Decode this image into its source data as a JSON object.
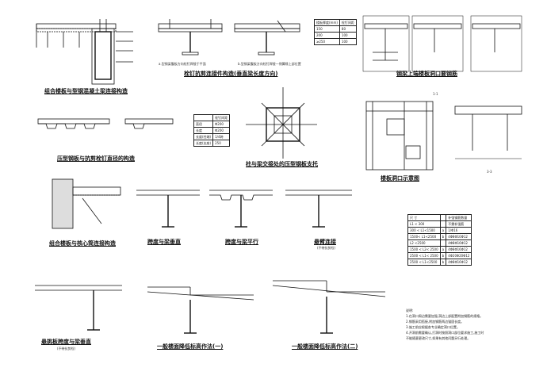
{
  "captions": {
    "c1": "组合楼板与型钢混凝土梁连接构造",
    "c2": "栓钉抗剪连接件构造(垂直梁长度方向)",
    "c3": "钢梁上端楼板洞口要钢筋",
    "c4": "压型钢板与抗剪栓钉直径的构造",
    "c5": "柱与梁交接处的压型钢板支托",
    "c6": "楼板洞口示意图",
    "c7": "组合楼板与核心筒连接构造",
    "c8": "跨度与梁垂直",
    "c9": "跨度与梁平行",
    "c10": "悬臂连接",
    "c11": "悬挑板跨度与梁垂直",
    "c12": "一般楼面降低标高作法(一)",
    "c13": "一般楼面降低标高作法(二)"
  },
  "subs": {
    "s1": "a.型钢梁腹板方向栓钉焊接于平面",
    "s2": "b.型钢梁腹板方向栓钉焊接一侧翼缘上部位置",
    "s3": "(不带抗剪栓)",
    "s4": "(不带抗剪栓)",
    "s5": "1-1",
    "s6": "3-3"
  },
  "stud_table": {
    "header": [
      "楼板厚度(mm)",
      "栓钉间距"
    ],
    "rows": [
      [
        "150",
        "80"
      ],
      [
        "200",
        "100"
      ],
      [
        "≥250",
        "100"
      ]
    ]
  },
  "stud_spec_table": {
    "header": [
      "",
      "栓钉间距"
    ],
    "rows": [
      [
        "直径",
        "Φ200"
      ],
      [
        "长度",
        "Φ200"
      ],
      [
        "长度(柱端)",
        "1/4跨"
      ],
      [
        "长度(支座)",
        "250"
      ]
    ]
  },
  "reinf_table": {
    "header": [
      "尺 寸",
      "",
      "补强钢筋数量"
    ],
    "rows": [
      [
        "L1 < 300",
        "",
        "不需补强筋"
      ],
      [
        "300 < L1<1500",
        "a",
        "1/Φ16"
      ],
      [
        "1500< L1<2500",
        "b",
        "4Φ8Φ10Φ12"
      ],
      [
        "L2 <2500",
        "",
        "4Φ8Φ16Φ12"
      ],
      [
        "1500 < L2< 2500",
        "a",
        "4Φ8Φ16Φ12"
      ],
      [
        "2500 < L1< 2500",
        "b",
        "4Φ20Φ20Φ12"
      ],
      [
        "2500 < L1<2500",
        "b",
        "4Φ8Φ16Φ12"
      ]
    ]
  },
  "notes": {
    "title": "说明:",
    "lines": [
      "1.在洞口周边需要加强,洞边上部配置附加钢筋的规格。",
      "2.钢筋采用搭接,附加钢筋两边锚固长度。",
      "3.施工前应根据各专业确定洞口位置。",
      "4.开洞前需要确认,打洞时按照洞口部位要求施工,施工时",
      "  不能随意更改尺寸,如果有其他问题另行处理。"
    ]
  }
}
